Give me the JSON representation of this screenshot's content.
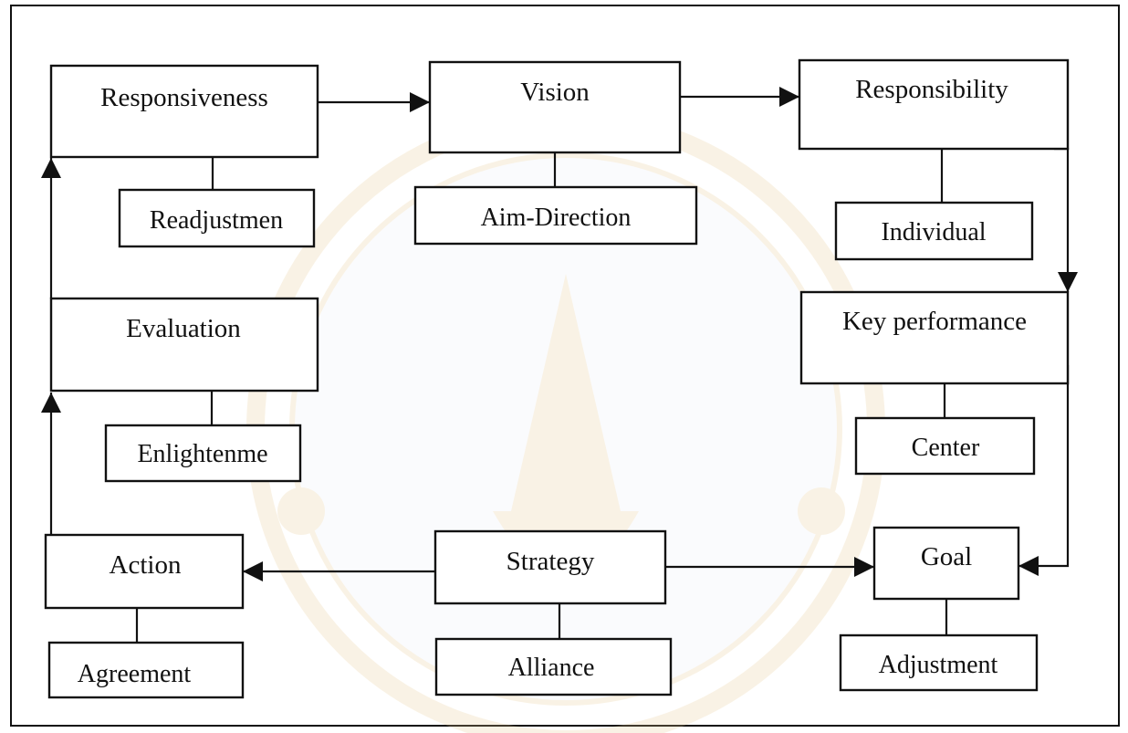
{
  "diagram": {
    "nodes": {
      "responsiveness": "Responsiveness",
      "vision": "Vision",
      "responsibility": "Responsibility",
      "readjustmen": "Readjustmen",
      "aim_direction": "Aim-Direction",
      "individual": "Individual",
      "evaluation": "Evaluation",
      "key_performance": "Key performance",
      "enlightenme": "Enlightenme",
      "center": "Center",
      "action": "Action",
      "strategy": "Strategy",
      "goal": "Goal",
      "agreement": "Agreement",
      "alliance": "Alliance",
      "adjustment": "Adjustment"
    },
    "edges": [
      {
        "from": "responsiveness",
        "to": "vision",
        "type": "arrow"
      },
      {
        "from": "vision",
        "to": "responsibility",
        "type": "arrow"
      },
      {
        "from": "responsibility",
        "to": "key_performance",
        "type": "arrow"
      },
      {
        "from": "responsibility",
        "to": "goal",
        "type": "arrow"
      },
      {
        "from": "strategy",
        "to": "goal",
        "type": "arrow"
      },
      {
        "from": "strategy",
        "to": "action",
        "type": "arrow"
      },
      {
        "from": "action",
        "to": "evaluation",
        "type": "arrow"
      },
      {
        "from": "evaluation",
        "to": "responsiveness",
        "type": "arrow"
      },
      {
        "from": "responsiveness",
        "to": "readjustmen",
        "type": "line"
      },
      {
        "from": "vision",
        "to": "aim_direction",
        "type": "line"
      },
      {
        "from": "responsibility",
        "to": "individual",
        "type": "line"
      },
      {
        "from": "key_performance",
        "to": "center",
        "type": "line"
      },
      {
        "from": "evaluation",
        "to": "enlightenme",
        "type": "line"
      },
      {
        "from": "action",
        "to": "agreement",
        "type": "line"
      },
      {
        "from": "strategy",
        "to": "alliance",
        "type": "line"
      },
      {
        "from": "goal",
        "to": "adjustment",
        "type": "line"
      }
    ]
  },
  "colors": {
    "stroke": "#111111",
    "background": "#ffffff",
    "watermark": "#e8c98c"
  }
}
